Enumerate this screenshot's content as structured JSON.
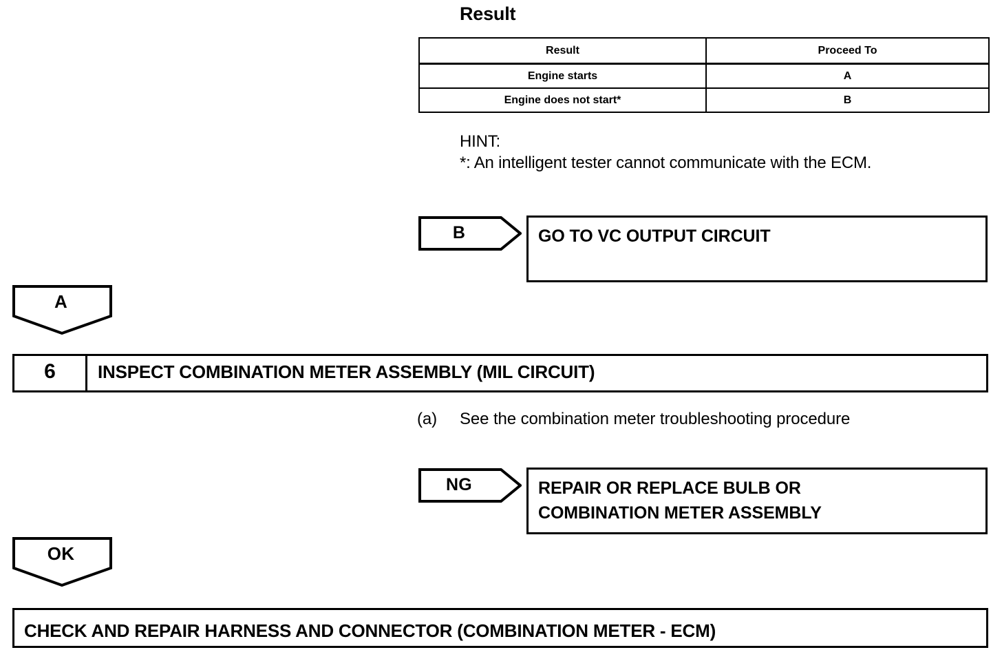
{
  "section": {
    "heading": "Result"
  },
  "result_table": {
    "columns": [
      "Result",
      "Proceed To"
    ],
    "rows": [
      {
        "result": "Engine starts",
        "proceed_to": "A"
      },
      {
        "result": "Engine does not start*",
        "proceed_to": "B"
      }
    ]
  },
  "hint": {
    "label": "HINT:",
    "note": "*: An intelligent tester cannot communicate with the ECM."
  },
  "branch_b": {
    "tag": "B",
    "action": "GO TO VC OUTPUT CIRCUIT"
  },
  "branch_a": {
    "tag": "A"
  },
  "step": {
    "number": "6",
    "title": "INSPECT COMBINATION METER ASSEMBLY (MIL CIRCUIT)",
    "substeps": [
      {
        "marker": "(a)",
        "text": "See the combination meter troubleshooting procedure"
      }
    ]
  },
  "branch_ng": {
    "tag": "NG",
    "action_line1": "REPAIR OR REPLACE BULB OR",
    "action_line2": "COMBINATION METER ASSEMBLY"
  },
  "branch_ok": {
    "tag": "OK"
  },
  "conclusion": {
    "text": "CHECK AND REPAIR HARNESS AND CONNECTOR (COMBINATION METER - ECM)"
  },
  "colors": {
    "ink": "#000000",
    "paper": "#ffffff"
  }
}
